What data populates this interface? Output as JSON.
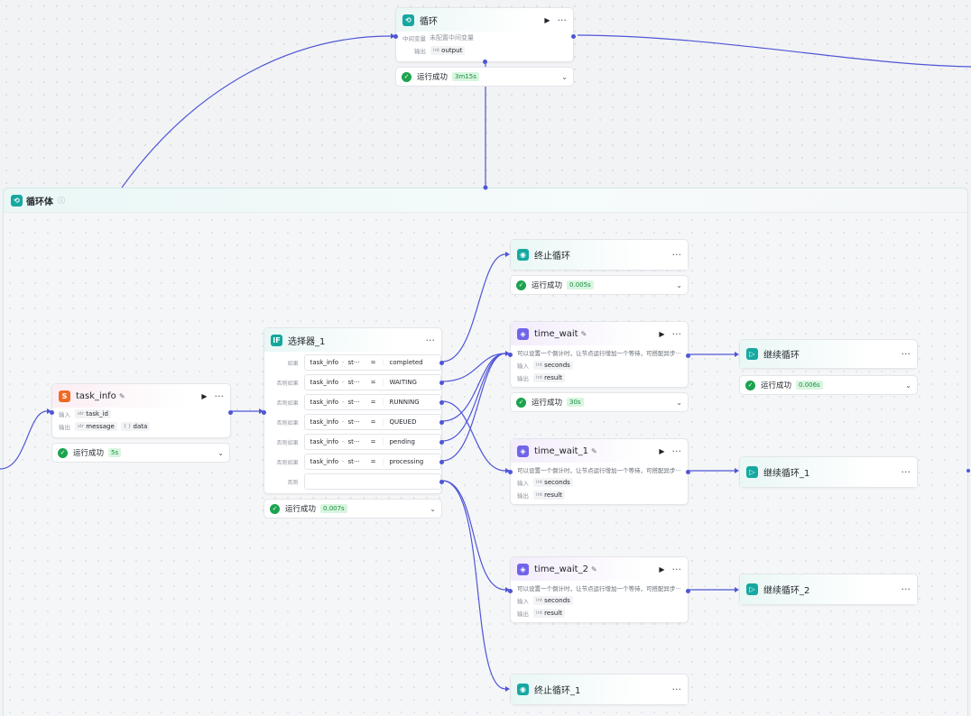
{
  "loop_node": {
    "title": "循环",
    "mid_var_label": "中间变量",
    "mid_var_value": "未配置中间变量",
    "output_label": "输出",
    "output_type": "int",
    "output_name": "output"
  },
  "loop_status": {
    "text": "运行成功",
    "badge": "3m15s"
  },
  "loop_body": {
    "title": "循环体"
  },
  "task_info": {
    "title": "task_info",
    "input_label": "输入",
    "input_type": "str",
    "input_name": "task_id",
    "output_label": "输出",
    "output_type1": "str",
    "output_name1": "message",
    "output_type2": "{ }",
    "output_name2": "data"
  },
  "task_info_status": {
    "text": "运行成功",
    "badge": "5s"
  },
  "selector": {
    "title": "选择器_1",
    "conditions": [
      {
        "label": "如果",
        "var": "task_info",
        "field": "st···",
        "op": "=",
        "value": "completed"
      },
      {
        "label": "否则如果",
        "var": "task_info",
        "field": "st···",
        "op": "=",
        "value": "WAITING"
      },
      {
        "label": "否则如果",
        "var": "task_info",
        "field": "st···",
        "op": "=",
        "value": "RUNNING"
      },
      {
        "label": "否则如果",
        "var": "task_info",
        "field": "st···",
        "op": "=",
        "value": "QUEUED"
      },
      {
        "label": "否则如果",
        "var": "task_info",
        "field": "st···",
        "op": "=",
        "value": "pending"
      },
      {
        "label": "否则如果",
        "var": "task_info",
        "field": "st···",
        "op": "=",
        "value": "processing"
      }
    ],
    "else_label": "否则"
  },
  "selector_status": {
    "text": "运行成功",
    "badge": "0.007s"
  },
  "stop_loop": {
    "title": "终止循环"
  },
  "stop_loop_status": {
    "text": "运行成功",
    "badge": "0.005s"
  },
  "wait_desc": "可以设置一个倒计时，让节点运行增加一个等待，可搭配异步···",
  "time_wait": {
    "title": "time_wait",
    "input_label": "输入",
    "input_type": "int",
    "input_name": "seconds",
    "output_label": "输出",
    "output_type": "int",
    "output_name": "result"
  },
  "time_wait_status": {
    "text": "运行成功",
    "badge": "30s"
  },
  "time_wait_1": {
    "title": "time_wait_1",
    "input_label": "输入",
    "input_type": "int",
    "input_name": "seconds",
    "output_label": "输出",
    "output_type": "int",
    "output_name": "result"
  },
  "time_wait_2": {
    "title": "time_wait_2",
    "input_label": "输入",
    "input_type": "int",
    "input_name": "seconds",
    "output_label": "输出",
    "output_type": "int",
    "output_name": "result"
  },
  "continue_loop": {
    "title": "继续循环"
  },
  "continue_loop_status": {
    "text": "运行成功",
    "badge": "0.006s"
  },
  "continue_loop_1": {
    "title": "继续循环_1"
  },
  "continue_loop_2": {
    "title": "继续循环_2"
  },
  "stop_loop_1": {
    "title": "终止循环_1"
  },
  "colors": {
    "edge": "#4f56d6",
    "success": "#1ca34f",
    "teal": "#16a8a0",
    "purple": "#7065e8",
    "orange": "#f06a25"
  }
}
